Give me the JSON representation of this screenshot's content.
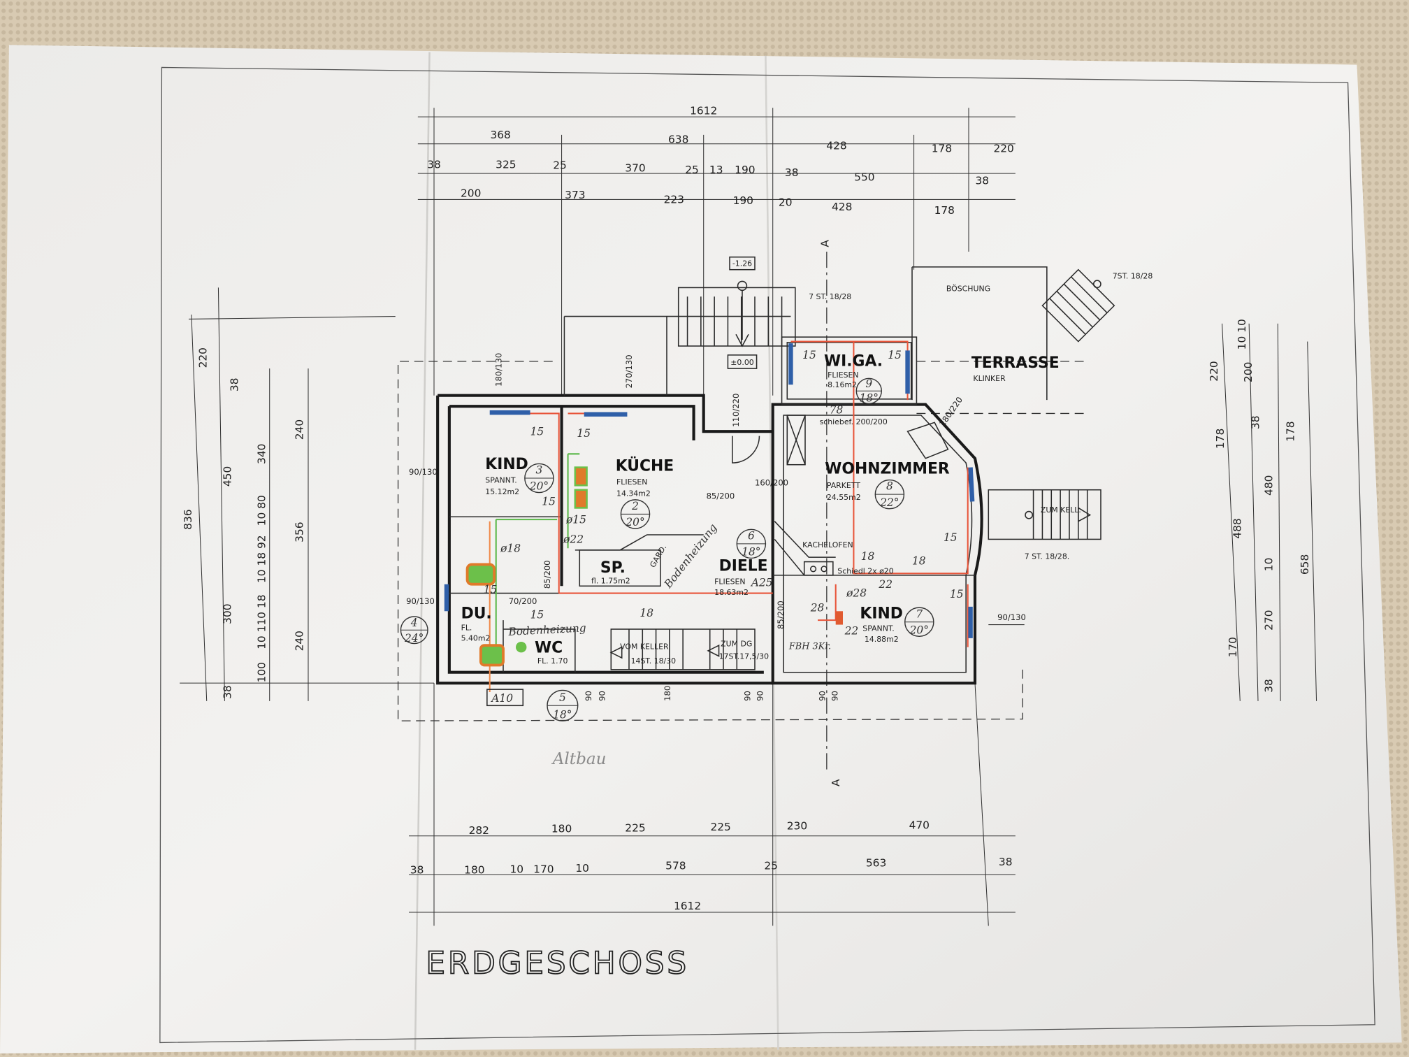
{
  "title": "ERDGESCHOSS",
  "rooms": {
    "kind_left": {
      "name": "KIND",
      "floor": "SPANNT.",
      "area": "15.12m2",
      "number": "3",
      "temp": "20°"
    },
    "kueche": {
      "name": "KÜCHE",
      "floor": "FLIESEN",
      "area": "14.34m2",
      "number": "2",
      "temp": "20°"
    },
    "sp": {
      "name": "SP.",
      "area": "fl. 1.75m2"
    },
    "diele": {
      "name": "DIELE",
      "floor": "FLIESEN",
      "area": "18.63m2",
      "number": "6",
      "temp": "18°",
      "mark": "A25"
    },
    "du": {
      "name": "DU.",
      "floor": "FL.",
      "area": "5.40m2",
      "number": "4",
      "temp": "24°"
    },
    "wc": {
      "name": "WC",
      "area": "FL. 1.70",
      "number": "5",
      "temp": "18°",
      "mark": "A10"
    },
    "wohnzimmer": {
      "name": "WOHNZIMMER",
      "floor": "PARKETT",
      "area": "24.55m2",
      "number": "8",
      "temp": "22°"
    },
    "kind_right": {
      "name": "KIND",
      "floor": "SPANNT.",
      "area": "14.88m2",
      "number": "7",
      "temp": "20°"
    },
    "wiga": {
      "name": "WI.GA.",
      "floor": "FLIESEN",
      "area": "8.16m2",
      "number": "9",
      "temp": "18°"
    },
    "terrasse": {
      "name": "TERRASSE",
      "floor": "KLINKER"
    },
    "boeschung": {
      "name": "BÖSCHUNG"
    }
  },
  "dimensions": {
    "top": {
      "total": "1612",
      "row1": [
        "368",
        "638",
        "428",
        "178",
        "220"
      ],
      "row2": [
        "38",
        "325",
        "25",
        "370",
        "25",
        "13",
        "190",
        "38",
        "550",
        "38"
      ],
      "row3": [
        "200",
        "373",
        "223",
        "190",
        "20",
        "428",
        "178"
      ]
    },
    "bottom": {
      "row1": [
        "282",
        "180",
        "225",
        "225",
        "230",
        "470"
      ],
      "row2": [
        "38",
        "180",
        "10",
        "170",
        "10",
        "578",
        "25",
        "563",
        "38"
      ],
      "total": "1612"
    },
    "left": [
      "836",
      "220",
      "450",
      "38",
      "340",
      "240",
      "356",
      "300",
      "240",
      "38",
      "10 80",
      "10 18 92",
      "10 110 18",
      "100"
    ],
    "right": [
      "220",
      "10 10",
      "200",
      "178",
      "38",
      "178",
      "480",
      "488",
      "10",
      "658",
      "170",
      "270",
      "38"
    ]
  },
  "annotations": {
    "level_top": "-1.26",
    "level_zero": "±0.00",
    "stairs_entry": "7 ST. 18/28",
    "stairs_terrace": "7ST. 18/28",
    "stairs_cellar": "7 ST. 18/28.",
    "zum_kell": "ZUM KELL.",
    "schiebetuer": "schiebef. 200/200",
    "kachelofen": "KACHELOFEN",
    "schiedl": "Schiedl 2x ø20",
    "vom_keller": "VOM KELLER",
    "vom_keller_steps": "14ST. 18/30",
    "zum_dg": "ZUM DG",
    "zum_dg_steps": "17ST.17,5/30",
    "gard": "GARD.",
    "section_a": "A",
    "door_dims": [
      "90/130",
      "90/130",
      "90/130",
      "110/220",
      "160/200",
      "85/200",
      "85/200",
      "70/200",
      "180/130",
      "270/130",
      "180/220",
      "85/200"
    ],
    "small": [
      "180",
      "90",
      "90",
      "90",
      "90",
      "90",
      "90"
    ]
  },
  "handwriting": {
    "bodenheizung_1": "Bodenheizung",
    "bodenheizung_2": "Bodenheizung",
    "altbau": "Altbau",
    "pipe_marks": [
      "15",
      "15",
      "15",
      "15",
      "ø15",
      "ø22",
      "ø18",
      "15",
      "15",
      "18",
      "18",
      "15",
      "15",
      "15",
      "78",
      "28",
      "ø28",
      "22",
      "22",
      "18"
    ],
    "fbh": "FBH 3Kr."
  }
}
